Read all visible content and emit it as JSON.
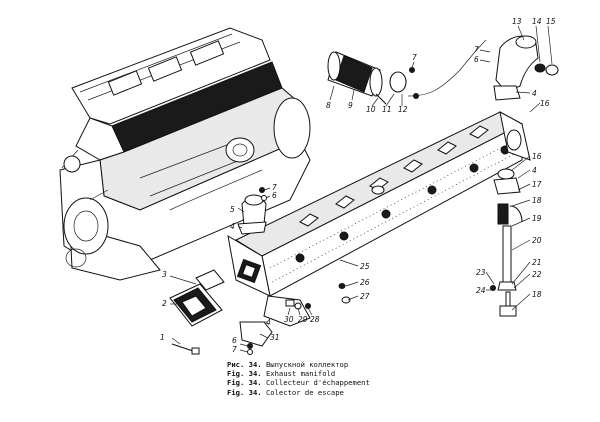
{
  "captions": [
    {
      "fig": "Рис. 34.",
      "text": "Выпускной коллектор"
    },
    {
      "fig": "Fig. 34.",
      "text": "Exhaust manifold"
    },
    {
      "fig": "Fig. 34.",
      "text": "Collecteur d'échappement"
    },
    {
      "fig": "Fig. 34.",
      "text": "Colector de escape"
    }
  ],
  "labels": {
    "l1": "1",
    "l2": "2",
    "l3": "3",
    "l4a": "4",
    "l4b": "4",
    "l4c": "4",
    "l4d": "4",
    "l5": "5",
    "l6a": "6",
    "l6b": "6",
    "l6c": "6",
    "l7a": "7",
    "l7b": "7",
    "l7c": "7",
    "l7d": "7",
    "l8": "8",
    "l9": "9",
    "l10": "10",
    "l11": "11",
    "l12": "12",
    "l13": "13",
    "l14": "14",
    "l15": "15",
    "l16a": "16",
    "l16b": "16",
    "l17": "17",
    "l18a": "18",
    "l18b": "18",
    "l19": "19",
    "l20": "20",
    "l21": "21",
    "l22": "22",
    "l23": "23",
    "l24": "24",
    "l25": "25",
    "l26": "26",
    "l27": "27",
    "l28": "28",
    "l29": "29",
    "l30": "30",
    "l31": "31"
  }
}
